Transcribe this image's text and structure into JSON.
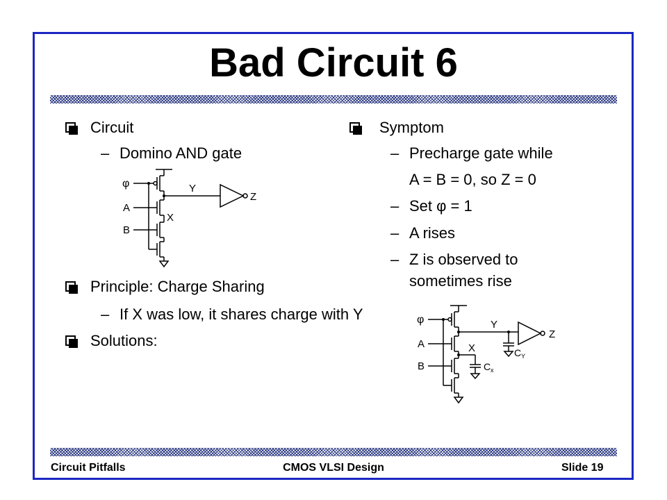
{
  "slide": {
    "title": "Bad Circuit 6",
    "left_column": {
      "circuit_heading": "Circuit",
      "circuit_item": "Domino AND gate",
      "principle_heading": "Principle: Charge Sharing",
      "principle_item": "If X was low, it shares charge with Y",
      "solutions_heading": "Solutions:"
    },
    "right_column": {
      "symptom_heading": "Symptom",
      "items": [
        "Precharge gate while",
        "A = B = 0, so Z = 0",
        "Set φ = 1",
        "A rises",
        "Z is observed to",
        "sometimes rise"
      ]
    },
    "dash": "–",
    "diagram1": {
      "phi": "φ",
      "a": "A",
      "b": "B",
      "x": "X",
      "y": "Y",
      "z": "Z"
    },
    "diagram2": {
      "phi": "φ",
      "a": "A",
      "b": "B",
      "x": "X",
      "y": "Y",
      "z": "Z",
      "cx": "C",
      "cx_sub": "x",
      "cy": "C",
      "cy_sub": "Y"
    }
  },
  "footer": {
    "left": "Circuit Pitfalls",
    "center": "CMOS VLSI Design",
    "right": "Slide 19"
  },
  "colors": {
    "frame": "#1b27c2",
    "hatch": "#1f2e7a"
  }
}
